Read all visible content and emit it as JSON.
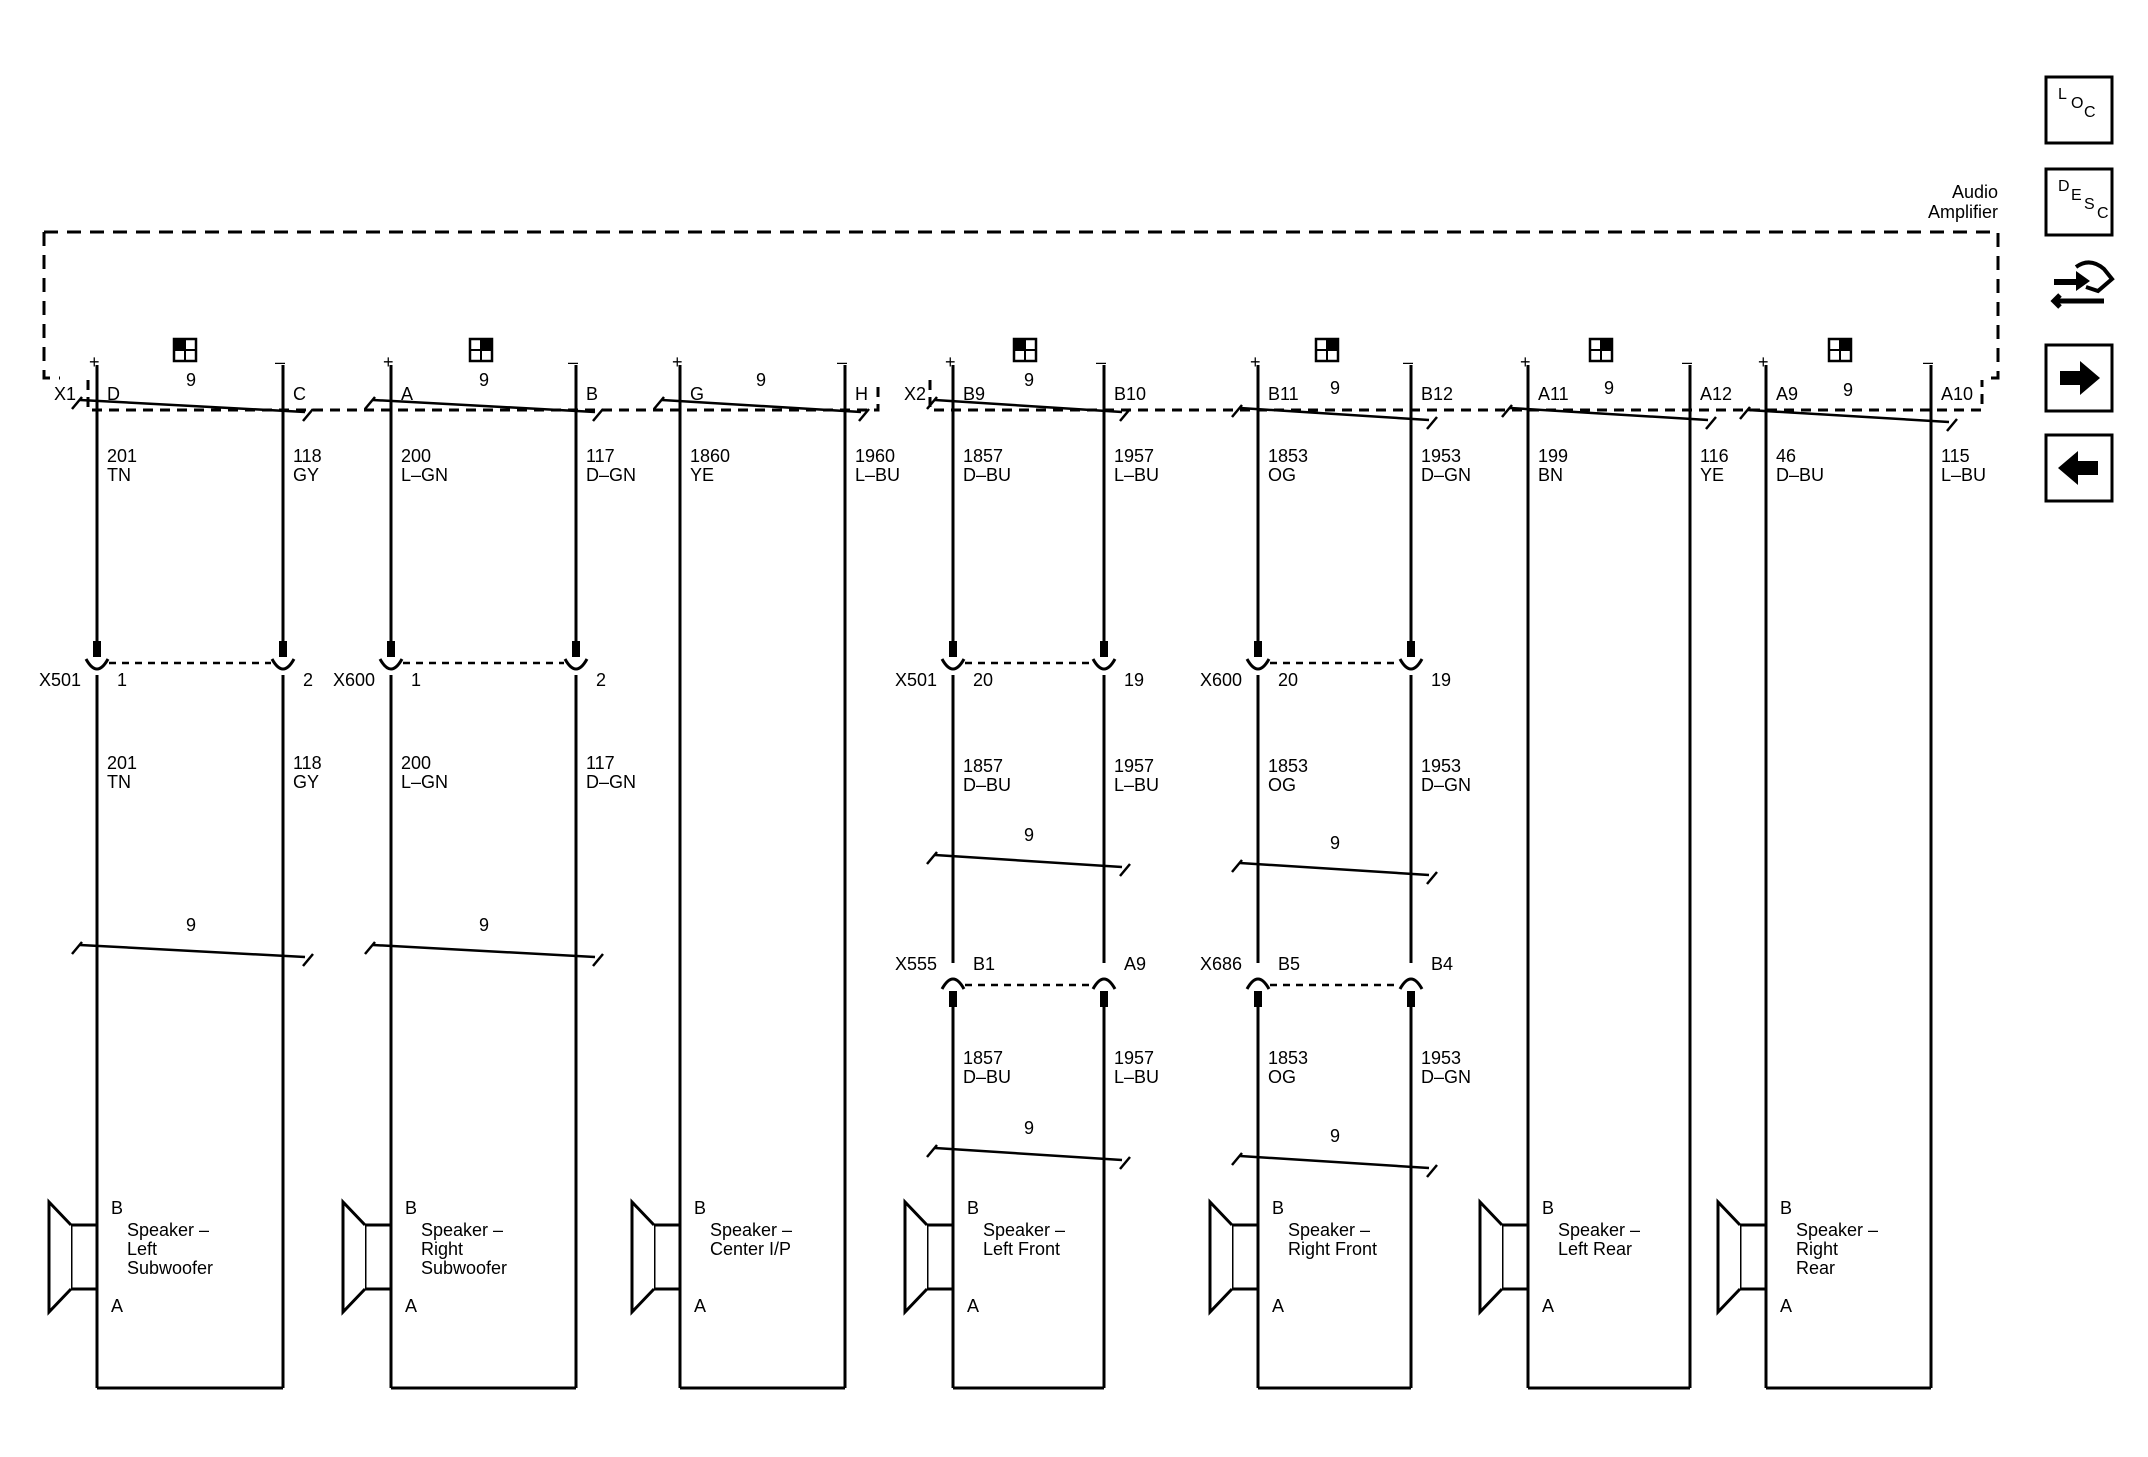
{
  "navigation": {
    "buttons": [
      {
        "name": "loc-button",
        "label": "LOC",
        "chars": [
          "L",
          "O",
          "C"
        ],
        "icon": "loc-icon"
      },
      {
        "name": "desc-button",
        "label": "DESC",
        "chars": [
          "D",
          "E",
          "S",
          "C"
        ],
        "icon": "desc-icon"
      },
      {
        "name": "service-button",
        "icon": "hand-wrench-icon"
      },
      {
        "name": "next-button",
        "icon": "arrow-right-icon"
      },
      {
        "name": "previous-button",
        "icon": "arrow-left-icon"
      }
    ]
  },
  "module": {
    "name_line1": "Audio",
    "name_line2": "Amplifier",
    "connectors": [
      "X1",
      "X2"
    ]
  },
  "circuits": [
    {
      "id": "lsub",
      "pos": {
        "pin": "D",
        "cavity": "1",
        "wire": "201",
        "color": "TN"
      },
      "neg": {
        "pin": "C",
        "cavity": "2",
        "wire": "118",
        "color": "GY"
      },
      "inline1": "X501",
      "inline2": null,
      "speaker": [
        "Speaker –",
        "Left",
        "Subwoofer"
      ]
    },
    {
      "id": "rsub",
      "pos": {
        "pin": "A",
        "cavity": "1",
        "wire": "200",
        "color": "L–GN"
      },
      "neg": {
        "pin": "B",
        "cavity": "2",
        "wire": "117",
        "color": "D–GN"
      },
      "inline1": "X600",
      "inline2": null,
      "speaker": [
        "Speaker –",
        "Right",
        "Subwoofer"
      ]
    },
    {
      "id": "center",
      "pos": {
        "pin": "G",
        "wire": "1860",
        "color": "YE"
      },
      "neg": {
        "pin": "H",
        "wire": "1960",
        "color": "L–BU"
      },
      "inline1": null,
      "inline2": null,
      "speaker": [
        "Speaker –",
        "Center I/P"
      ]
    },
    {
      "id": "lf",
      "pos": {
        "pin": "B9",
        "cavity": "20",
        "cavity2": "B1",
        "wire": "1857",
        "color": "D–BU"
      },
      "neg": {
        "pin": "B10",
        "cavity": "19",
        "cavity2": "A9",
        "wire": "1957",
        "color": "L–BU"
      },
      "inline1": "X501",
      "inline2": "X555",
      "speaker": [
        "Speaker –",
        "Left Front"
      ]
    },
    {
      "id": "rf",
      "pos": {
        "pin": "B11",
        "cavity": "20",
        "cavity2": "B5",
        "wire": "1853",
        "color": "OG"
      },
      "neg": {
        "pin": "B12",
        "cavity": "19",
        "cavity2": "B4",
        "wire": "1953",
        "color": "D–GN"
      },
      "inline1": "X600",
      "inline2": "X686",
      "speaker": [
        "Speaker –",
        "Right Front"
      ]
    },
    {
      "id": "lr",
      "pos": {
        "pin": "A11",
        "wire": "199",
        "color": "BN"
      },
      "neg": {
        "pin": "A12",
        "wire": "116",
        "color": "YE"
      },
      "inline1": null,
      "inline2": null,
      "speaker": [
        "Speaker –",
        "Left Rear"
      ]
    },
    {
      "id": "rr",
      "pos": {
        "pin": "A9",
        "wire": "46",
        "color": "D–BU"
      },
      "neg": {
        "pin": "A10",
        "wire": "115",
        "color": "L–BU"
      },
      "inline1": null,
      "inline2": null,
      "speaker": [
        "Speaker –",
        "Right",
        "Rear"
      ]
    }
  ],
  "symbols": {
    "plus": "+",
    "minus": "–",
    "twist_count": "9",
    "speaker_terminal_top": "B",
    "speaker_terminal_bottom": "A"
  }
}
